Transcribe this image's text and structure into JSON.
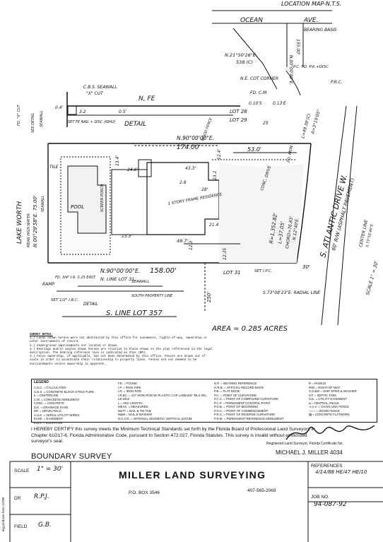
{
  "location_map": "LOCATION MAP-N.T.S.",
  "street_top": {
    "left": "OCEAN",
    "right": "AVE."
  },
  "bearing_basis": "BEARING BASIS",
  "labels": {
    "n21": "N.21°50'26\"E.",
    "n21_dist": "538.(C)",
    "n000": "N.00°00'00\"E.",
    "n000_dist": "155.00'",
    "pc": "P.C. FD. P.K.+DISC",
    "ne_cot": "N.E. COT CORNER",
    "fd_cm": "FD. C.M.",
    "ne_d1": "0.10'S",
    "ne_d2": "0.13'E",
    "cbs_seawall": "C.B.S. SEAWALL",
    "x_cut": "\"X\" CUT",
    "nfe": "N, FE",
    "dim_4": "0.4'",
    "dim_3": "3.2",
    "dim_5": "0.5'",
    "set_fe": "SET FE NAIL + DISC (6842)",
    "detail": "DETAIL",
    "lot28": "LOT 28",
    "lot29": "LOT 29",
    "dim_25": "25",
    "fd_cut": "FD. \"X\" CUT",
    "see_detail": "SEE DETAIL",
    "seawall_l": "SEAWALL",
    "n900": "N.90°00'00\"E.",
    "d174": "174.00'",
    "wood_fence": "WOOD FENCE",
    "d53": "53.0'",
    "d124": "12.4'",
    "tile": "TILE",
    "d134": "13.4'",
    "d246": "24.6'",
    "d433": "43.3'",
    "pool": "POOL",
    "screen_porch": "SCREEN PORCH",
    "d133": "13.3'",
    "house": "1 STORY FRAME RESIDENCE",
    "d28a": "2.8",
    "d28b": "28'",
    "d232": "23.2",
    "d214": "21.4",
    "d497": "49.7'",
    "d123": "12.3",
    "d1235": "12.35",
    "drive": "CONC. DRIVE",
    "lake_worth": "LAKE WORTH",
    "high_water": "MEAN HIGH WATER",
    "west_bear": "N.00°29'58\"E. 75.00'",
    "seawall_w": "SEAWALL",
    "fd_mon": "FD. MON.",
    "l_val": "L=37.05'",
    "r_val": "R=1,352.82'",
    "chord": "CHORD=76.83'",
    "chb": "N.12°40'E.",
    "atlantic": "S. ATLANTIC DRIVE W.",
    "row": "60' R/W (ASPHALT PAVEMENT)",
    "ctr_line": "CENTER LINE",
    "ctr_sub": "S.73°56'46\"E.",
    "ac": "A=3°19'05\"",
    "lax": "L=49.38'(C)",
    "n900b": "N.90°00'00\"E.",
    "d158": "158.00'",
    "n_line": "N. LINE LOT 31",
    "lot31": "LOT 31",
    "d250": "250'",
    "set_ip": "SET I.P.C.",
    "d30": "30'",
    "radial": "S.73°08'23\"E. RADIAL LINE",
    "scale_r": "SCALE 1\" = 30'",
    "ramp": "RAMP",
    "fd_ir": "FD. 3/4\" I.R. 0.15 EAST",
    "seawall_b": "SEAWALL",
    "set_ipc": "SET 1/2\" I.R.C.",
    "detail2": "DETAIL",
    "south_prop": "SOUTH PROPERTY LINE",
    "s_line": "S. LINE LOT 357"
  },
  "area": "AREA = 0.285 ACRES",
  "survey_notes": {
    "heading": "SURVEY NOTES:",
    "items": [
      "1.) Lands shown hereon were not abstracted by this office for easements, rights-of-way, ownership or other instruments of record.",
      "2.) Underground improvements not located or shown.",
      "3.) Bearings and/or angles shown hereon are relative to those shown on the plat referenced in the legal description. The bearing reference line is indicated as thus (BR).",
      "4.) Fence ownership, if applicable, has not been determined by this office. Fences are drawn out of scale in order to accentuate their relationship to property lines. Fences are not deemed to be encroachments unless ownership is apparent."
    ]
  },
  "legend": {
    "heading": "LEGEND",
    "col1": [
      "CALC. = CALCULATED",
      "C.B.S. = CONCRETE BLOCK STRUCTURE",
      "£ = CENTERLINE",
      "C.M. = CONCRETE MONUMENT",
      "CONC. = CONCRETE",
      "D.E. = DRAINAGE EASE.",
      "D/F = DRAIN FIELD",
      "A.U.E. = AERIAL UTILITY WIRES",
      "EASE. = EASEMENT",
      "ELEV. = ELEVATION"
    ],
    "col2": [
      "FD. = FOUND",
      "I.P. = IRON PIPE",
      "I.R. = IRON ROD",
      "I.R.&C. = 1/2\" IRON ROD W/ PLASTIC CAP LABELED \"MLS INC., LB 5312",
      "L = ARC LENGTH",
      "MEAS. = MEASURED",
      "N&TT = NAIL & TIN TAB",
      "N&W = NAIL & WASHER",
      "N.G.V.D. = NATIONAL GEODETIC VERTICAL DATUM"
    ],
    "col3": [
      "B.R. = BEARING REFERENCE",
      "O.R.B. = OFFICIAL RECORD BOOK",
      "P.B. = PLAT BOOK",
      "P.C. = POINT OF CURVATURE",
      "P.C.C. = POINT OF COMPOUND CURVATURE",
      "P.C.P. = PERMANENT CONTROL POINT",
      "P.O.B. = POINT OF BEGINNING",
      "P.O.C. = POINT OF COMMENCEMENT",
      "P.R.C. = POINT OF REVERSE CURVATURE",
      "P.R.M. = PERMANENT REFERENCE MONUMENT"
    ],
    "col4": [
      "R = RADIUS",
      "R/W = RIGHT-OF-WAY",
      "S.S.&W = SHIP SPIKE & WASHER",
      "S/T = SEPTIC TANK",
      "U.E. = UTILITY EASEMENT",
      "Δ = CENTRAL ANGLE",
      "-x-x-x- = CHAIN LINK FENCE",
      "-□-□- = WOOD FENCE",
      "▨ = CONCRETE FLATWORK"
    ]
  },
  "certification": "I HEREBY CERTIFY this survey meets the Minimum Technical Standards set forth by the Florida Board of Professional Land Surveyors in Chapter 61G17-6, Florida Administrative Code, pursuant to Section 472.027, Florida Statutes. This survey is invalid without embossed surveyor's seal.",
  "signature": {
    "label": "Registered Land Surveyor, Florida Certificate No.",
    "name": "MICHAEL J. MILLER 4034"
  },
  "title_block": {
    "doc_type": "BOUNDARY SURVEY",
    "company": "MILLER LAND SURVEYING",
    "po_box": "P.O. BOX 3546",
    "phone": "407-565-2069",
    "scale_label": "SCALE",
    "scale_val": "1\" = 30'",
    "dr_label": "DR",
    "dr_val": "R.P.J.",
    "field_label": "FIELD",
    "field_val": "G.B.",
    "ref_label": "REFERENCES",
    "ref_val": "4/14/88 HE/47 HE/10",
    "job_label": "JOB NO.",
    "job_val": "94-087-92",
    "vert": "ing products form 12285"
  }
}
